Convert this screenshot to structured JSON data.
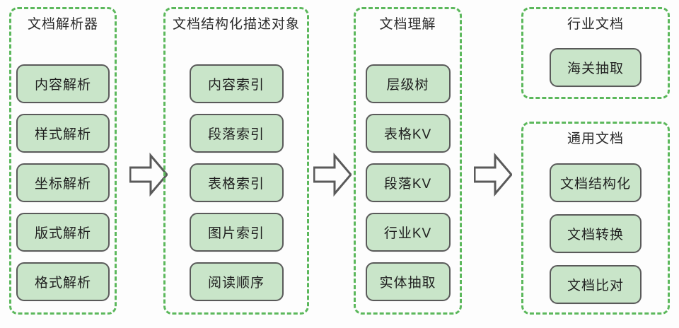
{
  "diagram": {
    "title_hidden": "",
    "accent_border_color": "#5cb85c",
    "node_fill_color": "#c9e5c9",
    "node_border_color": "#5a5a5a",
    "background_color": "#fdfdfd",
    "arrow_color": "#5a5a5a"
  },
  "groups": [
    {
      "id": "document-parser",
      "title": "文档解析器",
      "nodes": [
        {
          "label": "内容解析"
        },
        {
          "label": "样式解析"
        },
        {
          "label": "坐标解析"
        },
        {
          "label": "版式解析"
        },
        {
          "label": "格式解析"
        }
      ]
    },
    {
      "id": "document-structured-description-object",
      "title": "文档结构化描述对象",
      "nodes": [
        {
          "label": "内容索引"
        },
        {
          "label": "段落索引"
        },
        {
          "label": "表格索引"
        },
        {
          "label": "图片索引"
        },
        {
          "label": "阅读顺序"
        }
      ]
    },
    {
      "id": "document-understanding",
      "title": "文档理解",
      "nodes": [
        {
          "label": "层级树"
        },
        {
          "label": "表格KV"
        },
        {
          "label": "段落KV"
        },
        {
          "label": "行业KV"
        },
        {
          "label": "实体抽取"
        }
      ]
    },
    {
      "id": "industry-document",
      "title": "行业文档",
      "nodes": [
        {
          "label": "海关抽取"
        }
      ]
    },
    {
      "id": "general-document",
      "title": "通用文档",
      "nodes": [
        {
          "label": "文档结构化"
        },
        {
          "label": "文档转换"
        },
        {
          "label": "文档比对"
        }
      ]
    }
  ],
  "arrows": [
    {
      "id": "arrow-parser-to-structure",
      "direction": "right"
    },
    {
      "id": "arrow-structure-to-understanding",
      "direction": "right"
    },
    {
      "id": "arrow-understanding-to-output",
      "direction": "right"
    }
  ]
}
